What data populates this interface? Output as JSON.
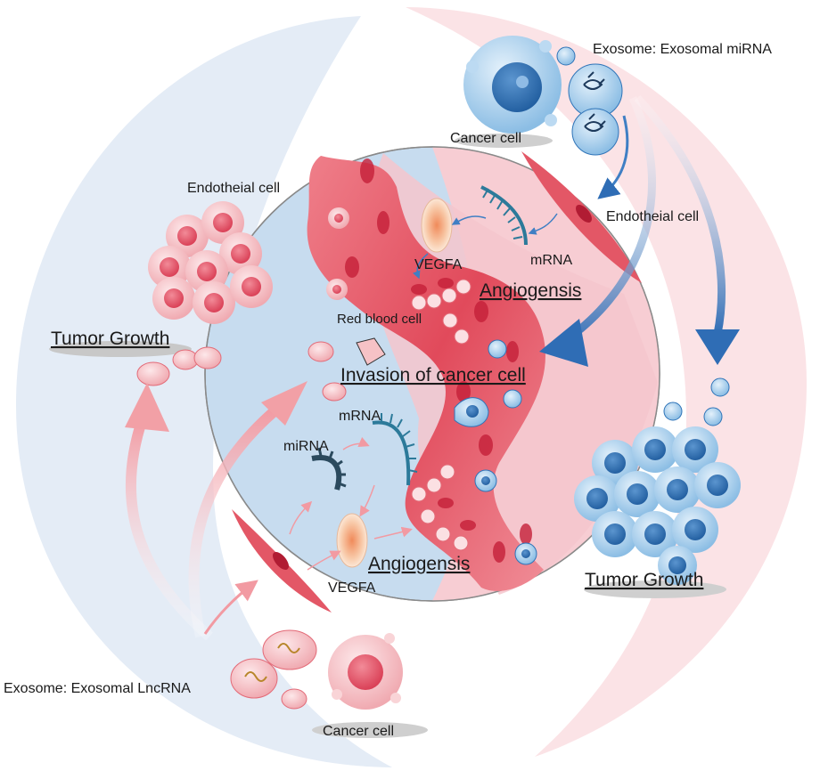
{
  "labels": {
    "exosome_mirna": "Exosome: Exosomal miRNA",
    "exosome_lncrna": "Exosome: Exosomal LncRNA",
    "cancer_cell_top": "Cancer cell",
    "cancer_cell_bottom": "Cancer cell",
    "endothelial_left": "Endotheial cell",
    "endothelial_right": "Endotheial cell",
    "mrna_top": "mRNA",
    "mrna_center": "mRNA",
    "mirna_center": "miRNA",
    "vegfa_top": "VEGFA",
    "vegfa_bottom": "VEGFA",
    "angiogenesis_top": "Angiogensis",
    "angiogenesis_bottom": "Angiogensis",
    "red_blood_cell": "Red blood cell",
    "invasion": "Invasion of cancer cell",
    "tumor_growth_left": "Tumor  Growth",
    "tumor_growth_right": "Tumor  Growth"
  },
  "colors": {
    "blue_region": "#e4ecf6",
    "pink_region": "#fbe3e6",
    "circle_blue": "#c7dcef",
    "circle_pink": "#f7cdd3",
    "vessel": "#e35766",
    "arrow_blue": "#2f6db5",
    "arrow_pink": "#f2a0a6",
    "cell_blue": "#9cc8ea",
    "nucleus_blue": "#2f74b8",
    "cell_pink": "#f6c2c6",
    "nucleus_pink": "#e8566a"
  }
}
